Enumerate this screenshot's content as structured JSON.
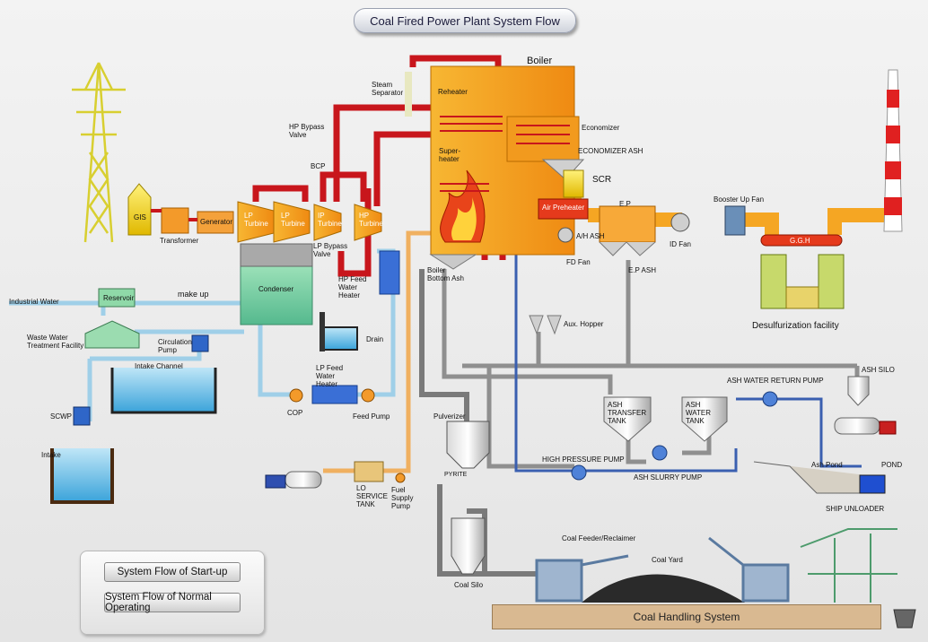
{
  "title": "Coal Fired Power Plant System Flow",
  "buttons": {
    "startup": "System Flow of Start-up",
    "normal": "System Flow of Normal Operating"
  },
  "labels": {
    "boiler": "Boiler",
    "steam_separator": "Steam Separator",
    "reheater": "Reheater",
    "superheater": "Super-heater",
    "economizer": "Economizer",
    "economizer_ash": "ECONOMIZER ASH",
    "scr": "SCR",
    "air_preheater": "Air Preheater",
    "ah_ash": "A/H ASH",
    "fd_fan": "FD Fan",
    "ep": "E.P",
    "ep_ash": "E.P ASH",
    "id_fan": "ID Fan",
    "booster_up_fan": "Booster Up Fan",
    "ggh": "G.G.H",
    "desulfurization": "Desulfurization facility",
    "hp_bypass_valve": "HP Bypass Valve",
    "bcp": "BCP",
    "lp_turbine1": "LP Turbine",
    "lp_turbine2": "LP Turbine",
    "ip_turbine": "IP Turbine",
    "hp_turbine": "HP Turbine",
    "lp_bypass_valve": "LP Bypass Valve",
    "generator": "Generator",
    "gis": "GIS",
    "transformer": "Transformer",
    "hp_feed_water_heater": "HP Feed Water Heater",
    "condenser": "Condenser",
    "make_up": "make up",
    "industrial_water": "Industrial Water",
    "reservoir": "Reservoir",
    "waste_water": "Waste Water Treatment Facility",
    "circulation_pump": "Circulation Pump",
    "intake_channel": "Intake Channel",
    "scwp": "SCWP",
    "intake": "Intake",
    "drain": "Drain",
    "lp_feed_water_heater": "LP Feed Water Heater",
    "cop": "COP",
    "feed_pump": "Feed Pump",
    "boiler_bottom_ash": "Boiler Bottom Ash",
    "aux_hopper": "Aux. Hopper",
    "ash_silo": "ASH SILO",
    "ash_water_return_pump": "ASH WATER RETURN PUMP",
    "ash_transfer_tank": "ASH TRANSFER TANK",
    "ash_water_tank": "ASH WATER TANK",
    "high_pressure_pump": "HIGH PRESSURE PUMP",
    "ash_slurry_pump": "ASH SLURRY PUMP",
    "ash_pond": "Ash Pond",
    "pond": "POND",
    "pulverizer": "Pulverizer",
    "pyrite": "PYRITE",
    "lo_service_tank": "LO SERVICE TANK",
    "fuel_supply_pump": "Fuel Supply Pump",
    "coal_silo": "Coal Silo",
    "coal_feeder": "Coal Feeder/Reclaimer",
    "coal_yard": "Coal Yard",
    "ship_unloader": "SHIP UNLOADER",
    "coal_handling": "Coal Handling System"
  },
  "colors": {
    "steam": "#c8161c",
    "flue_gas": "#f5a623",
    "water": "#3a5fb0",
    "ash": "#8c8c8c",
    "cooling": "#9fcfe8",
    "boiler_fill": "#f29a1e"
  }
}
